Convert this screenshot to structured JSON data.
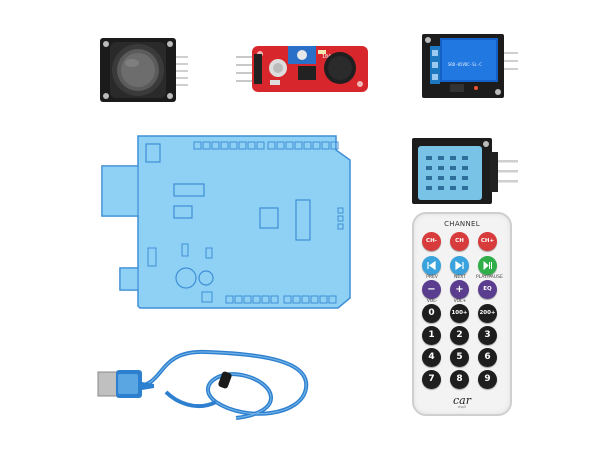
{
  "remote": {
    "title": "CHANNEL",
    "row1": [
      "CH-",
      "CH",
      "CH+"
    ],
    "row2_labels": [
      "PREV",
      "NEXT",
      "PLAY/PAUSE"
    ],
    "row3_labels": [
      "VOL-",
      "VOL+",
      ""
    ],
    "row3": [
      "−",
      "+",
      "EQ"
    ],
    "row4": [
      "0",
      "100+",
      "200+"
    ],
    "numbers": [
      "1",
      "2",
      "3",
      "4",
      "5",
      "6",
      "7",
      "8",
      "9"
    ],
    "brand": "car",
    "brand_sub": "mp3"
  },
  "relay": {
    "label": "SRD-05VDC-SL-C"
  },
  "mic_module": {
    "label": "104"
  },
  "colors": {
    "board_blue": "#8fd0f5",
    "board_outline": "#3f8fd6",
    "red_btn": "#d73b3b",
    "blue_btn": "#3aa3dd",
    "green_btn": "#2fae4a",
    "purple_btn": "#5a3d8f",
    "dark_btn": "#1e1e1e"
  }
}
